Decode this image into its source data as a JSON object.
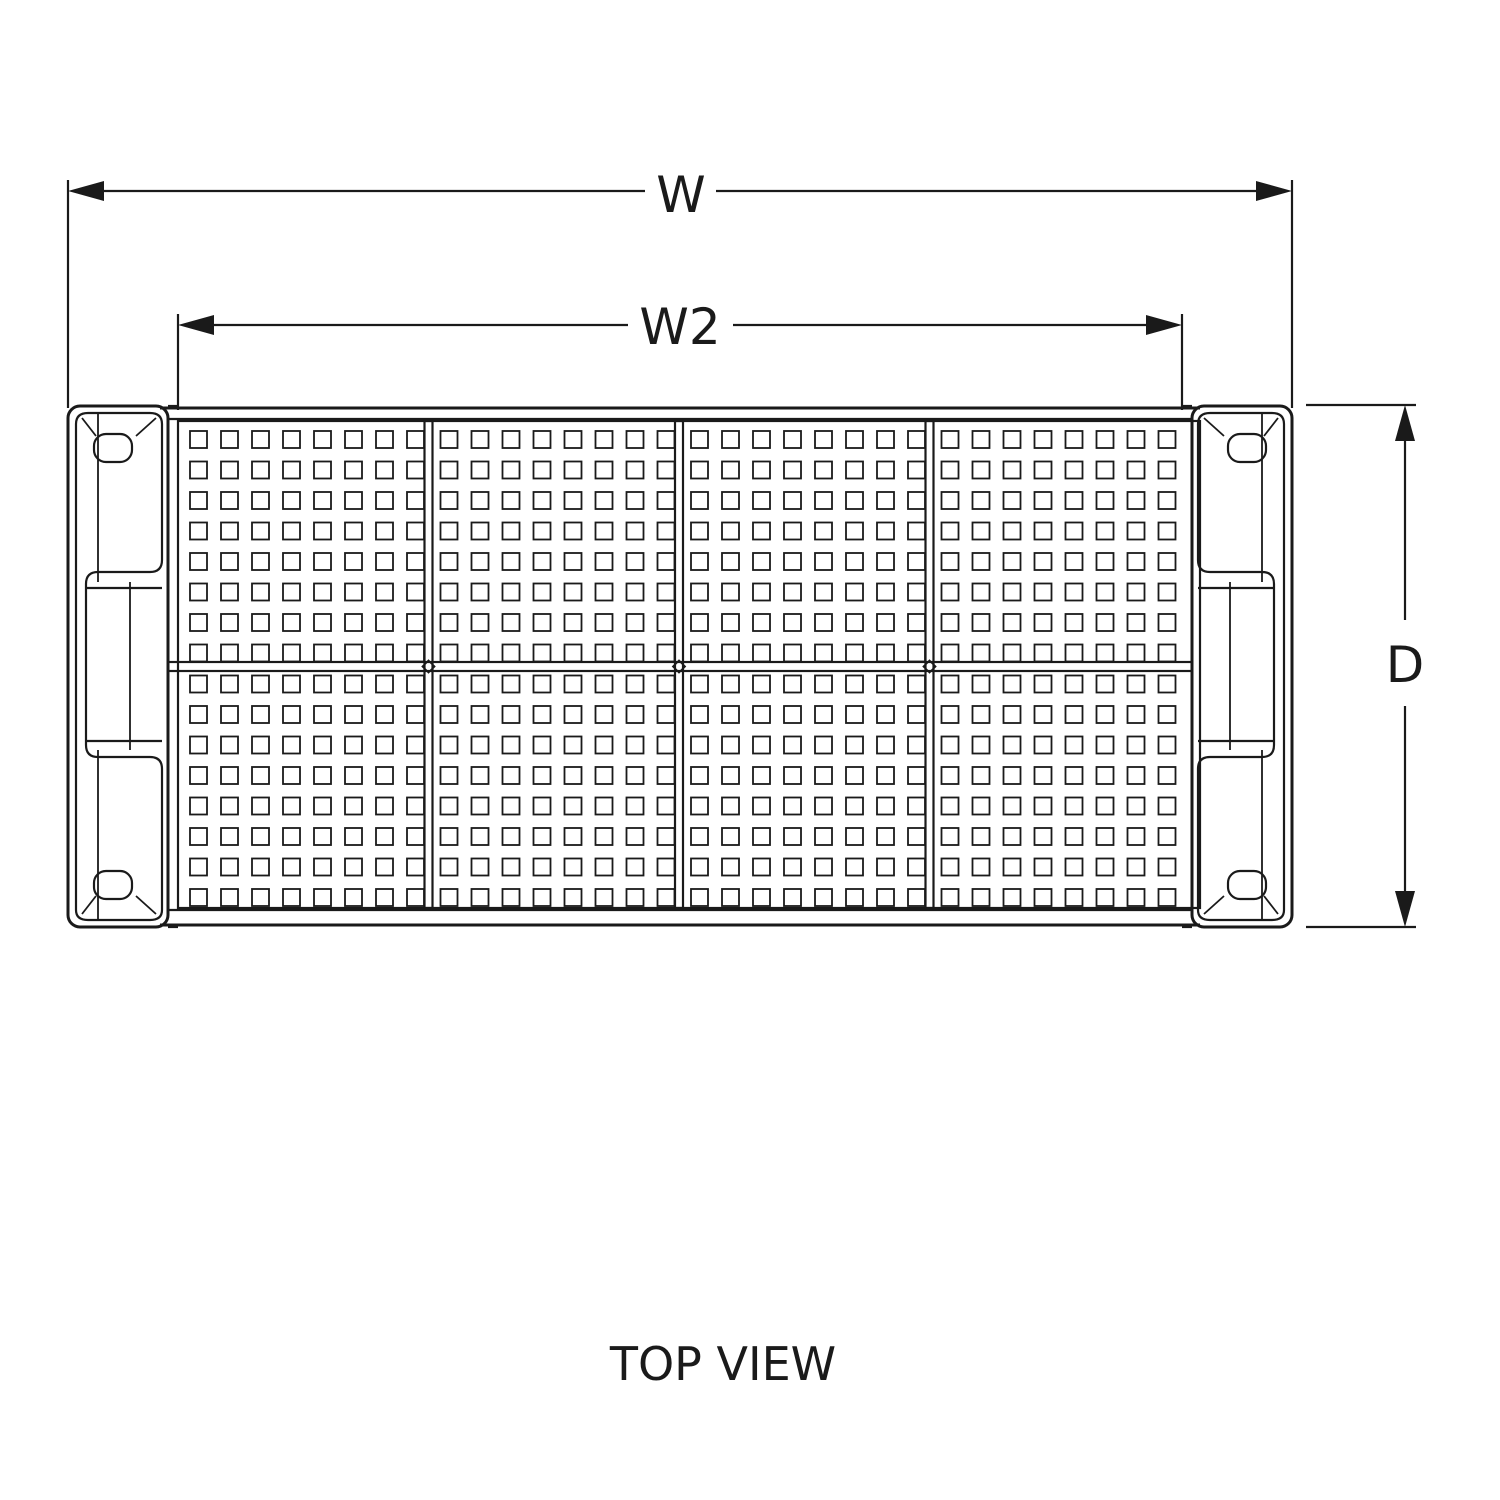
{
  "dimensions": {
    "overall_width_label": "W",
    "inner_width_label": "W2",
    "depth_label": "D"
  },
  "view": {
    "caption": "TOP VIEW"
  },
  "grate": {
    "panels_across": 4,
    "panels_down": 2,
    "holes_per_panel_across": 8,
    "holes_per_panel_down": 8
  },
  "colors": {
    "line": "#1a1a1a",
    "background": "#ffffff"
  }
}
